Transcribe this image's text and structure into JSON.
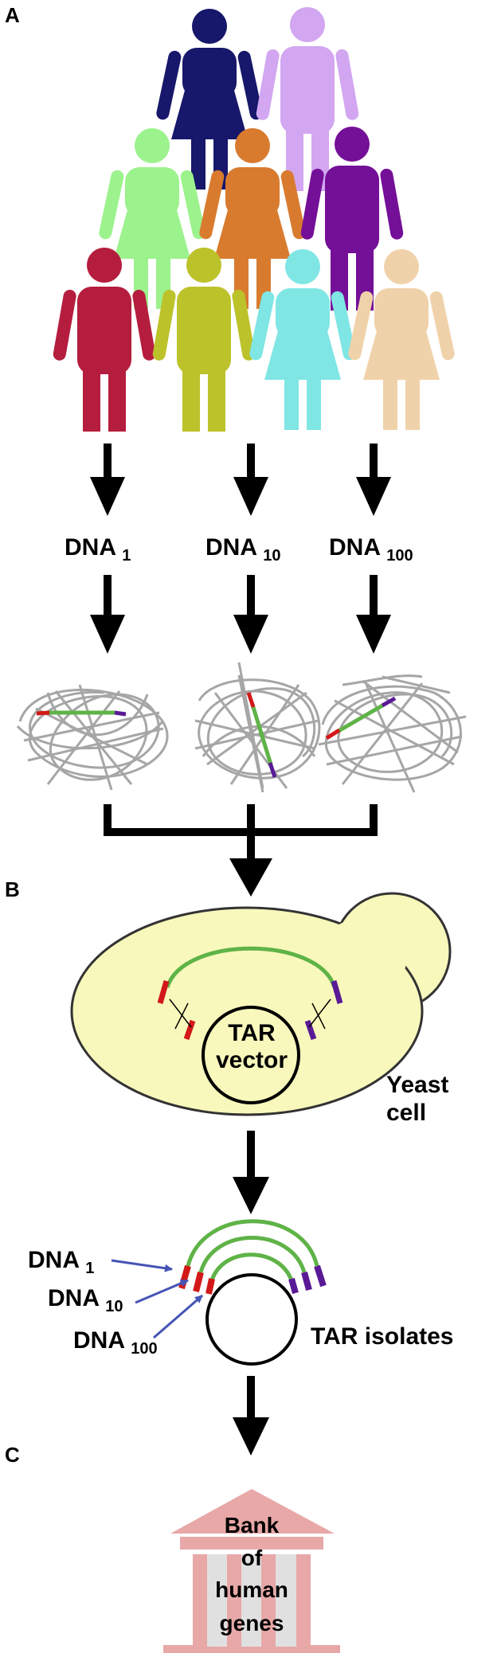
{
  "panels": {
    "a": "A",
    "b": "B",
    "c": "C"
  },
  "dna_top": [
    {
      "base": "DNA",
      "sub": "1"
    },
    {
      "base": "DNA",
      "sub": "10"
    },
    {
      "base": "DNA",
      "sub": "100"
    }
  ],
  "cell": {
    "vector_line1": "TAR",
    "vector_line2": "vector",
    "yeast_line1": "Yeast",
    "yeast_line2": "cell"
  },
  "isolates": {
    "labels": [
      {
        "base": "DNA",
        "sub": "1"
      },
      {
        "base": "DNA",
        "sub": "10"
      },
      {
        "base": "DNA",
        "sub": "100"
      }
    ],
    "caption": "TAR isolates"
  },
  "bank": {
    "line1": "Bank",
    "line2": "of",
    "line3": "human",
    "line4": "genes"
  },
  "people": [
    {
      "id": "person-1",
      "gender": "female",
      "color": "#17176b"
    },
    {
      "id": "person-2",
      "gender": "male",
      "color": "#d2a6f0"
    },
    {
      "id": "person-3",
      "gender": "female",
      "color": "#9cf28c"
    },
    {
      "id": "person-4",
      "gender": "female",
      "color": "#d97b2f"
    },
    {
      "id": "person-5",
      "gender": "male",
      "color": "#740f98"
    },
    {
      "id": "person-6",
      "gender": "male",
      "color": "#b51d3e"
    },
    {
      "id": "person-7",
      "gender": "male",
      "color": "#bcc22a"
    },
    {
      "id": "person-8",
      "gender": "female",
      "color": "#7fe6e4"
    },
    {
      "id": "person-9",
      "gender": "female",
      "color": "#f0d2aa"
    }
  ],
  "colors": {
    "red_end": "#d21818",
    "purple_end": "#5a1a96",
    "green_insert": "#5fb347",
    "yeast_fill": "#f8f8bc",
    "pointer": "#4654b4",
    "tangle": "#a6a6a6",
    "bank": "#e8a8a8"
  }
}
